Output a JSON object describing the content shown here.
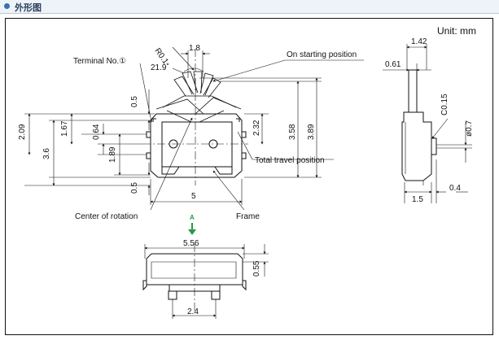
{
  "header": {
    "title": "外形图"
  },
  "unit_label": "Unit: mm",
  "labels": {
    "terminal_no": "Terminal No.①",
    "on_starting_position": "On starting position",
    "total_travel_position": "Total travel position",
    "center_of_rotation": "Center of rotation",
    "frame": "Frame",
    "view_a": "A"
  },
  "dims": {
    "r01": "R0.1",
    "d18": "1.8",
    "a219": "21.9˚",
    "d05_top": "0.5",
    "d358": "3.58",
    "d389": "3.89",
    "d209": "2.09",
    "d167": "1.67",
    "d064": "0.64",
    "d36": "3.6",
    "d189": "1.89",
    "d232": "2.32",
    "d05_bot": "0.5",
    "d5": "5",
    "d142": "1.42",
    "d061": "0.61",
    "c015": "C0.15",
    "phi07": "ø0.7",
    "d15": "1.5",
    "d04": "0.4",
    "d556": "5.56",
    "d055": "0.55",
    "d24": "2.4"
  },
  "colors": {
    "accent": "#2a9a4a",
    "line": "#111111",
    "header_bg": "#eef3f8"
  }
}
